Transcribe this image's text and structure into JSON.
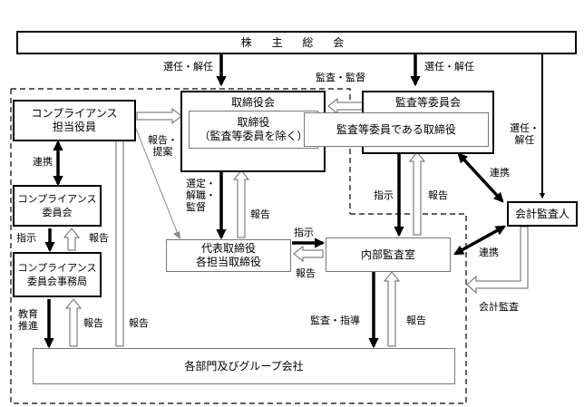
{
  "nodes": {
    "shareholders": "株 主 総 会",
    "board": "取締役会",
    "board_sub_1": "取締役",
    "board_sub_2": "（監査等委員を除く）",
    "audit_committee": "監査等委員会",
    "audit_directors": "監査等委員である取締役",
    "compliance_officer_1": "コンプライアンス",
    "compliance_officer_2": "担当役員",
    "compliance_committee_1": "コンプライアンス",
    "compliance_committee_2": "委員会",
    "compliance_office_1": "コンプライアンス",
    "compliance_office_2": "委員会事務局",
    "rep_directors_1": "代表取締役",
    "rep_directors_2": "各担当取締役",
    "internal_audit": "内部監査室",
    "accounting_auditor": "会計監査人",
    "departments": "各部門及びグループ会社"
  },
  "labels": {
    "elect_dismiss": "選任・解任",
    "audit_supervise": "監査・監督",
    "elect_dismiss_right": "選任・解任",
    "elect_1": "選任・",
    "elect_2": "解任",
    "report_propose_1": "報告・",
    "report_propose_2": "提案",
    "appoint_1": "選定・",
    "appoint_2": "解職・",
    "appoint_3": "監督",
    "report_board": "報告",
    "instruct_audit": "指示",
    "report_audit": "報告",
    "coop_left": "連携",
    "coop_upper": "連携",
    "coop_lower": "連携",
    "instruct_cc": "指示",
    "report_cc": "報告",
    "instruct_rep": "指示",
    "report_rep": "報告",
    "edu_1": "教育",
    "edu_2": "推進",
    "report_office": "報告",
    "report_officer": "報告",
    "audit_guide": "監査・指導",
    "report_ia": "報告",
    "external_audit": "会計監査"
  }
}
